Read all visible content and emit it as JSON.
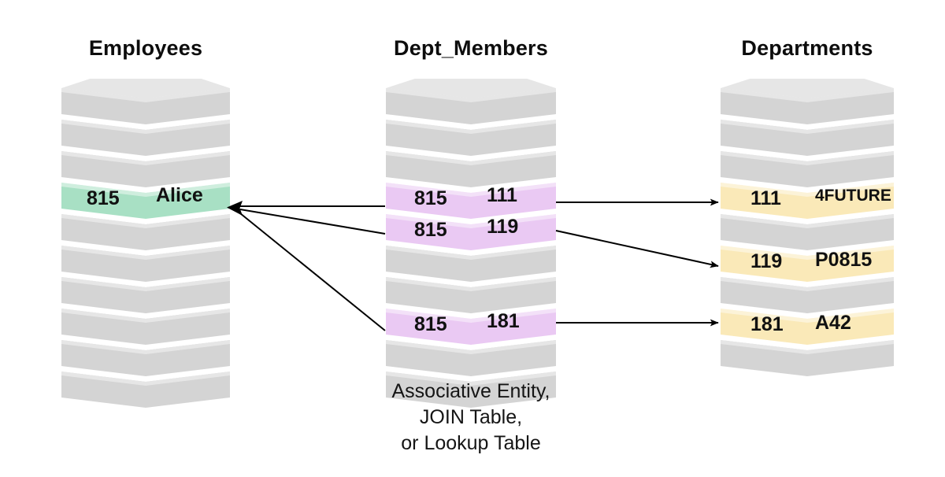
{
  "diagram": {
    "title_employees": "Employees",
    "title_dept_members": "Dept_Members",
    "title_departments": "Departments",
    "caption_line1": "Associative Entity,",
    "caption_line2": "JOIN Table,",
    "caption_line3": "or Lookup Table",
    "colors": {
      "disk_default": "#d4d4d4",
      "disk_edge": "#e8e8e8",
      "highlight_green": "#a8e0c4",
      "highlight_purple": "#eac9f3",
      "highlight_yellow": "#fae9b8",
      "arrow": "#000000",
      "text": "#111111"
    }
  },
  "employees": {
    "label": "Employees",
    "disk_count": 10,
    "rows": [
      {
        "index": 3,
        "highlight": "green",
        "left": "815",
        "right": "Alice"
      }
    ]
  },
  "dept_members": {
    "label": "Dept_Members",
    "disk_count": 10,
    "rows": [
      {
        "index": 3,
        "highlight": "purple",
        "left": "815",
        "right": "111"
      },
      {
        "index": 4,
        "highlight": "purple",
        "left": "815",
        "right": "119"
      },
      {
        "index": 7,
        "highlight": "purple",
        "left": "815",
        "right": "181"
      }
    ]
  },
  "departments": {
    "label": "Departments",
    "disk_count": 9,
    "rows": [
      {
        "index": 3,
        "highlight": "yellow",
        "left": "111",
        "right": "4FUTURE"
      },
      {
        "index": 5,
        "highlight": "yellow",
        "left": "119",
        "right": "P0815"
      },
      {
        "index": 7,
        "highlight": "yellow",
        "left": "181",
        "right": "A42"
      }
    ]
  },
  "arrows": {
    "to_employee": [
      {
        "name": "arrow-dm-111-to-alice"
      },
      {
        "name": "arrow-dm-119-to-alice"
      },
      {
        "name": "arrow-dm-181-to-alice"
      }
    ],
    "to_department": [
      {
        "name": "arrow-dm-111-to-dept-111"
      },
      {
        "name": "arrow-dm-119-to-dept-119"
      },
      {
        "name": "arrow-dm-181-to-dept-181"
      }
    ]
  }
}
